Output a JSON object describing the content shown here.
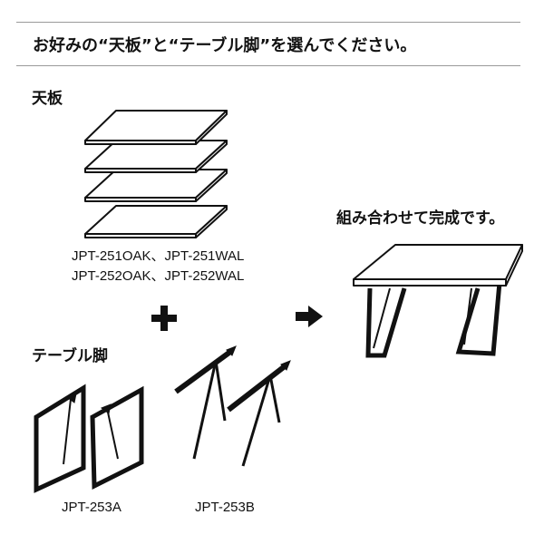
{
  "heading": "お好みの“天板”と“テーブル脚”を選んでください。",
  "tops": {
    "title": "天板",
    "model_line1": "JPT-251OAK、JPT-251WAL",
    "model_line2": "JPT-252OAK、JPT-252WAL"
  },
  "legs": {
    "title": "テーブル脚",
    "option_a": "JPT-253A",
    "option_b": "JPT-253B"
  },
  "result": {
    "caption": "組み合わせて完成です。"
  },
  "icons": {
    "plus": "plus-icon",
    "arrow": "arrow-right-icon"
  },
  "colors": {
    "rule": "#9a9a9a",
    "ink": "#111111"
  }
}
